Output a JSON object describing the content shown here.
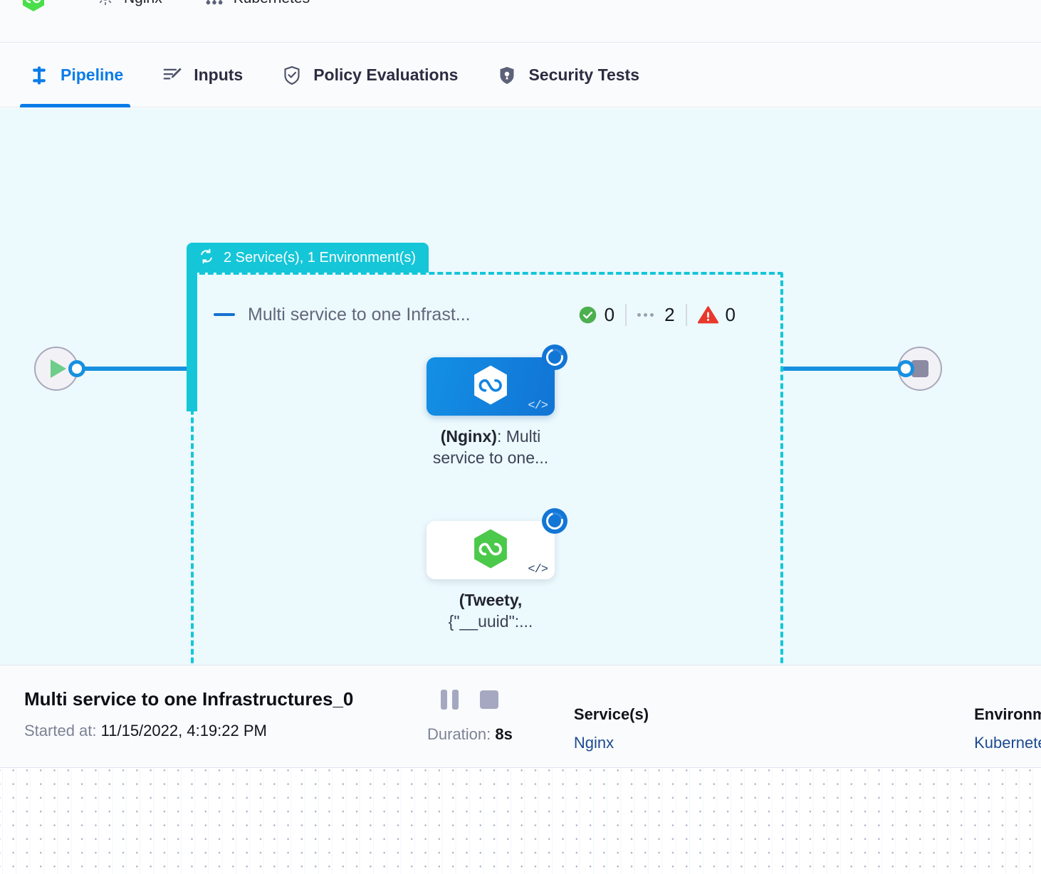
{
  "breadcrumbs": [
    {
      "icon": "harness-hexagon-icon",
      "label": ""
    },
    {
      "icon": "gear-icon",
      "label": "Nginx"
    },
    {
      "icon": "infrastructure-icon",
      "label": "Kubernetes"
    }
  ],
  "tabs": [
    {
      "id": "pipeline",
      "label": "Pipeline",
      "icon": "pipeline-icon",
      "active": true
    },
    {
      "id": "inputs",
      "label": "Inputs",
      "icon": "inputs-icon",
      "active": false
    },
    {
      "id": "policy",
      "label": "Policy Evaluations",
      "icon": "policy-shield-check-icon",
      "active": false
    },
    {
      "id": "security",
      "label": "Security Tests",
      "icon": "security-shield-icon",
      "active": false
    }
  ],
  "canvas": {
    "start_node": {
      "icon": "play-icon",
      "name": "start-node"
    },
    "end_node": {
      "icon": "stop-icon",
      "name": "end-node"
    },
    "group": {
      "badge_icon": "matrix-loop-icon",
      "badge_label": "2 Service(s), 1 Environment(s)",
      "stage_title": "Multi service to one Infrast...",
      "collapse_icon": "minus-icon",
      "counts": [
        {
          "icon": "success-check-icon",
          "value": "0"
        },
        {
          "icon": "running-dots-icon",
          "value": "2"
        },
        {
          "icon": "warning-triangle-icon",
          "value": "0"
        }
      ],
      "nodes": [
        {
          "id": "nginx-node",
          "logo": "harness-hexagon-blue-icon",
          "status_icon": "running-spinner-icon",
          "code_icon": "code-brackets-icon",
          "label_bold": "(Nginx)",
          "label_rest": ": Multi service to one..."
        },
        {
          "id": "tweety-node",
          "logo": "harness-hexagon-green-icon",
          "status_icon": "running-spinner-icon",
          "code_icon": "code-brackets-icon",
          "label_bold": "(Tweety,",
          "label_rest": "{\"__uuid\":..."
        }
      ]
    }
  },
  "detail": {
    "title": "Multi service to one Infrastructures_0",
    "started_label": "Started at:",
    "started_value": "11/15/2022, 4:19:22 PM",
    "pause_icon": "pause-icon",
    "stop_icon": "stop-icon",
    "duration_label": "Duration:",
    "duration_value": "8s",
    "services_head": "Service(s)",
    "services_value": "Nginx",
    "environments_head": "Environments",
    "environments_value": "Kubernetes"
  }
}
